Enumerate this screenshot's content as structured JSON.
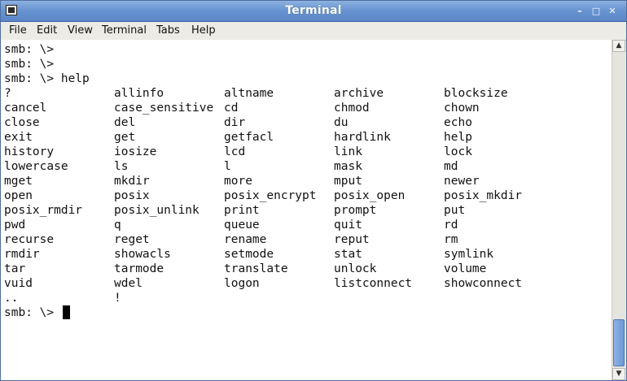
{
  "window": {
    "title": "Terminal"
  },
  "menu": [
    "File",
    "Edit",
    "View",
    "Terminal",
    "Tabs",
    "Help"
  ],
  "lines": [
    "smb: \\>",
    "smb: \\>",
    "smb: \\> help"
  ],
  "help_rows": [
    [
      "?",
      "allinfo",
      "altname",
      "archive",
      "blocksize"
    ],
    [
      "cancel",
      "case_sensitive",
      "cd",
      "chmod",
      "chown"
    ],
    [
      "close",
      "del",
      "dir",
      "du",
      "echo"
    ],
    [
      "exit",
      "get",
      "getfacl",
      "hardlink",
      "help"
    ],
    [
      "history",
      "iosize",
      "lcd",
      "link",
      "lock"
    ],
    [
      "lowercase",
      "ls",
      "l",
      "mask",
      "md"
    ],
    [
      "mget",
      "mkdir",
      "more",
      "mput",
      "newer"
    ],
    [
      "open",
      "posix",
      "posix_encrypt",
      "posix_open",
      "posix_mkdir"
    ],
    [
      "posix_rmdir",
      "posix_unlink",
      "print",
      "prompt",
      "put"
    ],
    [
      "pwd",
      "q",
      "queue",
      "quit",
      "rd"
    ],
    [
      "recurse",
      "reget",
      "rename",
      "reput",
      "rm"
    ],
    [
      "rmdir",
      "showacls",
      "setmode",
      "stat",
      "symlink"
    ],
    [
      "tar",
      "tarmode",
      "translate",
      "unlock",
      "volume"
    ],
    [
      "vuid",
      "wdel",
      "logon",
      "listconnect",
      "showconnect"
    ],
    [
      "..",
      "!"
    ]
  ],
  "prompt": "smb: \\> ",
  "icons": {
    "app": "terminal-icon",
    "minimize": "minimize-icon",
    "maximize": "maximize-icon",
    "close": "close-icon",
    "scroll_up": "arrow-up-icon",
    "scroll_down": "arrow-down-icon"
  },
  "colors": {
    "titlebar": "#6a95d2",
    "terminal_bg": "#ffffff",
    "text": "#111111"
  }
}
